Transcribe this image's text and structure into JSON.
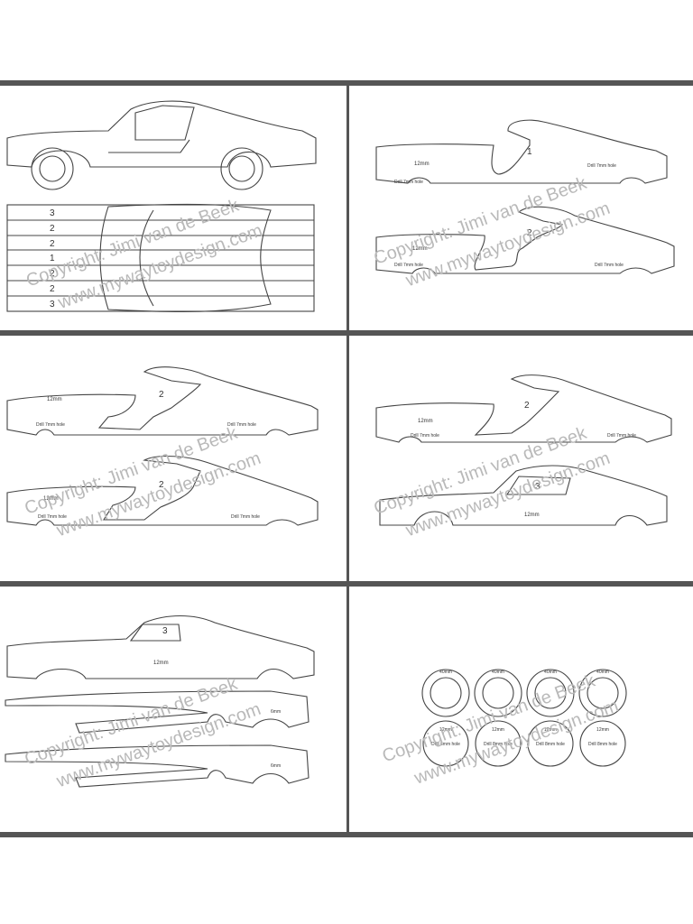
{
  "watermark": {
    "copyright": "Copyright: Jimi van de Beek",
    "website": "www.mywaytoydesign.com"
  },
  "panel1": {
    "board_labels": [
      "3",
      "2",
      "2",
      "1",
      "2",
      "2",
      "3"
    ]
  },
  "panel2": {
    "part_top": {
      "number": "1",
      "thickness": "12mm",
      "hole_front": "Drill 7mm hole",
      "hole_rear": "Drill 7mm hole"
    },
    "part_bottom": {
      "number": "2",
      "thickness": "12mm",
      "hole_front": "Drill 7mm hole",
      "hole_rear": "Drill 7mm hole"
    }
  },
  "panel3": {
    "part_top": {
      "number": "2",
      "thickness": "12mm",
      "hole_front": "Drill 7mm hole",
      "hole_rear": "Drill 7mm hole"
    },
    "part_bottom": {
      "number": "2",
      "thickness": "12mm",
      "hole_front": "Drill 7mm hole",
      "hole_rear": "Drill 7mm hole"
    }
  },
  "panel4": {
    "part_top": {
      "number": "2",
      "thickness": "12mm",
      "hole_front": "Drill 7mm hole",
      "hole_rear": "Drill 7mm hole"
    },
    "part_bottom": {
      "number": "3",
      "thickness": "12mm"
    }
  },
  "panel5": {
    "part_body": {
      "number": "3",
      "thickness": "12mm"
    },
    "part_side_1": {
      "thickness": "6mm"
    },
    "part_side_2": {
      "thickness": "6mm"
    }
  },
  "panel6": {
    "tires": [
      "40mm",
      "40mm",
      "40mm",
      "40mm"
    ],
    "hubs": [
      {
        "size": "12mm",
        "hole": "Drill 8mm hole"
      },
      {
        "size": "12mm",
        "hole": "Drill 8mm hole"
      },
      {
        "size": "12mm",
        "hole": "Drill 8mm hole"
      },
      {
        "size": "12mm",
        "hole": "Drill 8mm hole"
      }
    ]
  }
}
